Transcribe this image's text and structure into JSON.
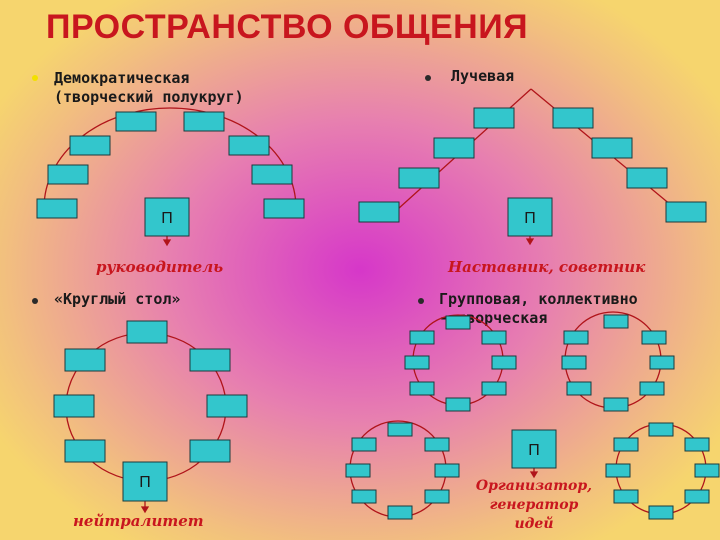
{
  "title": "ПРОСТРАНСТВО ОБЩЕНИЯ",
  "sections": {
    "democratic": {
      "label_line1": "Демократическая",
      "label_line2": "(творческий полукруг)",
      "leader": "П",
      "caption": "руководитель"
    },
    "radial": {
      "label": "Лучевая",
      "leader": "П",
      "caption": "Наставник, советник"
    },
    "round_table": {
      "label": "«Круглый стол»",
      "leader": "П",
      "caption": "нейтралитет"
    },
    "group": {
      "label_line1": "Групповая, коллективно",
      "label_line2": "- творческая",
      "leader": "П",
      "caption_line1": "Организатор,",
      "caption_line2": "генератор",
      "caption_line3": "идей"
    }
  },
  "colors": {
    "title": "#c8161e",
    "box_fill": "#33c6cc",
    "line": "#b0141a",
    "caption": "#c8161e"
  }
}
